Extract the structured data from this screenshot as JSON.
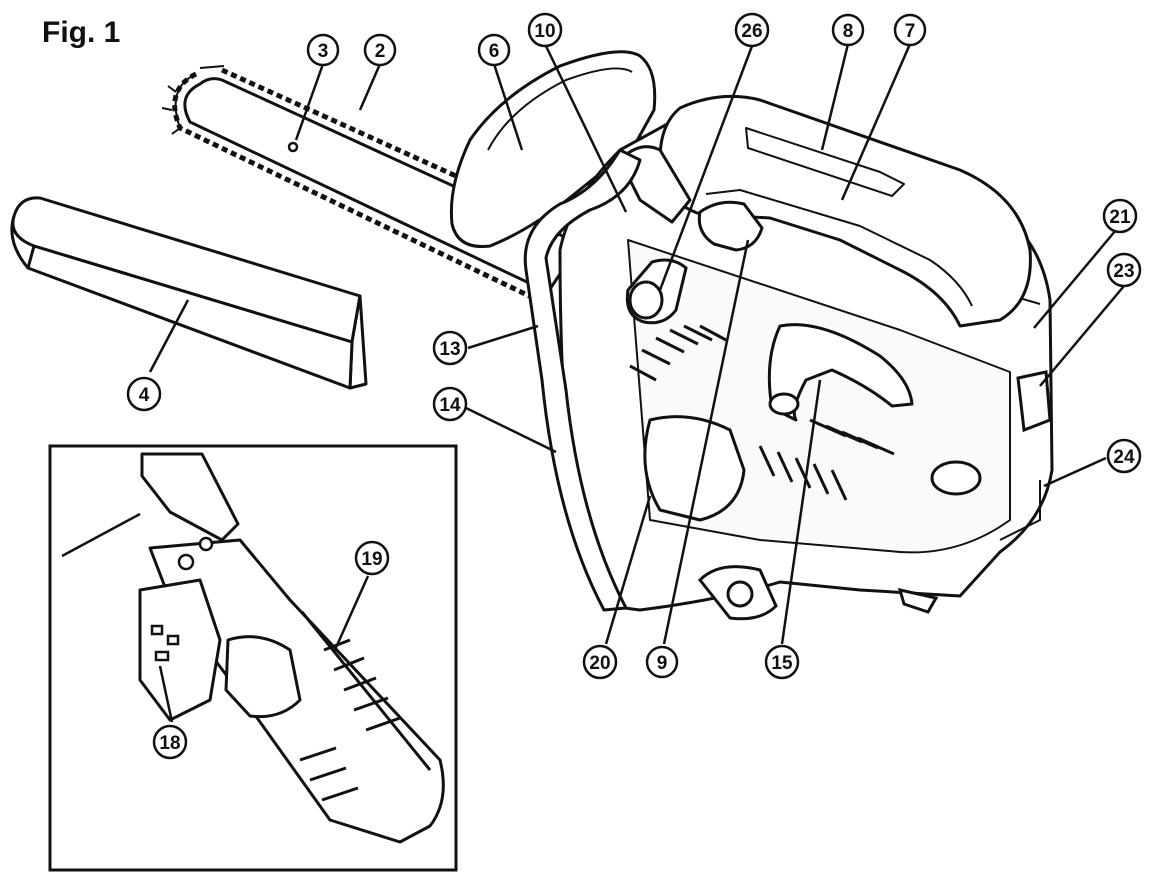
{
  "figure": {
    "title": "Fig. 1"
  },
  "callouts": [
    {
      "id": "c3",
      "label": "3"
    },
    {
      "id": "c2",
      "label": "2"
    },
    {
      "id": "c6",
      "label": "6"
    },
    {
      "id": "c10",
      "label": "10"
    },
    {
      "id": "c26",
      "label": "26"
    },
    {
      "id": "c8",
      "label": "8"
    },
    {
      "id": "c7",
      "label": "7"
    },
    {
      "id": "c21",
      "label": "21"
    },
    {
      "id": "c23",
      "label": "23"
    },
    {
      "id": "c24",
      "label": "24"
    },
    {
      "id": "c4",
      "label": "4"
    },
    {
      "id": "c13",
      "label": "13"
    },
    {
      "id": "c14",
      "label": "14"
    },
    {
      "id": "c19",
      "label": "19"
    },
    {
      "id": "c18",
      "label": "18"
    },
    {
      "id": "c20",
      "label": "20"
    },
    {
      "id": "c9",
      "label": "9"
    },
    {
      "id": "c15",
      "label": "15"
    }
  ],
  "palette": {
    "ink": "#111111",
    "paper": "#ffffff",
    "shade": "#eeeeee"
  }
}
